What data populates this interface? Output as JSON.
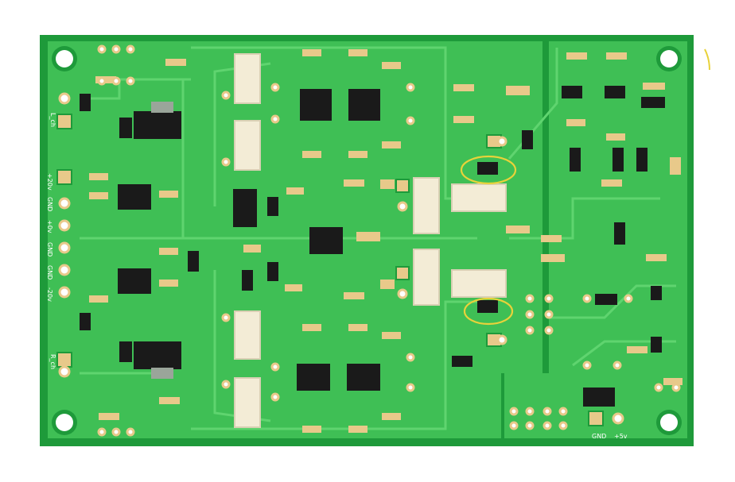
{
  "board": {
    "colors": {
      "substrate": "#1e9a3a",
      "copper_fill": "#3fbf55",
      "trace": "#5fd46f",
      "pad_gold": "#e8c98a",
      "ic_body": "#1a1a1a",
      "cap_body": "#f3ecd6",
      "highlight": "#e8d23a"
    },
    "labels": {
      "left_channel": "L_ch",
      "right_channel": "R_ch",
      "plus20": "+20v",
      "gnd1": "GND",
      "zero_v": "+0v",
      "gnd2": "GND",
      "gnd3": "GND",
      "minus20": "-20v",
      "gnd_out": "GND",
      "plus5": "+5v"
    },
    "annotations": [
      {
        "id": "ring-top",
        "shape": "ellipse",
        "color": "yellow"
      },
      {
        "id": "ring-bottom",
        "shape": "ellipse",
        "color": "yellow"
      }
    ]
  }
}
